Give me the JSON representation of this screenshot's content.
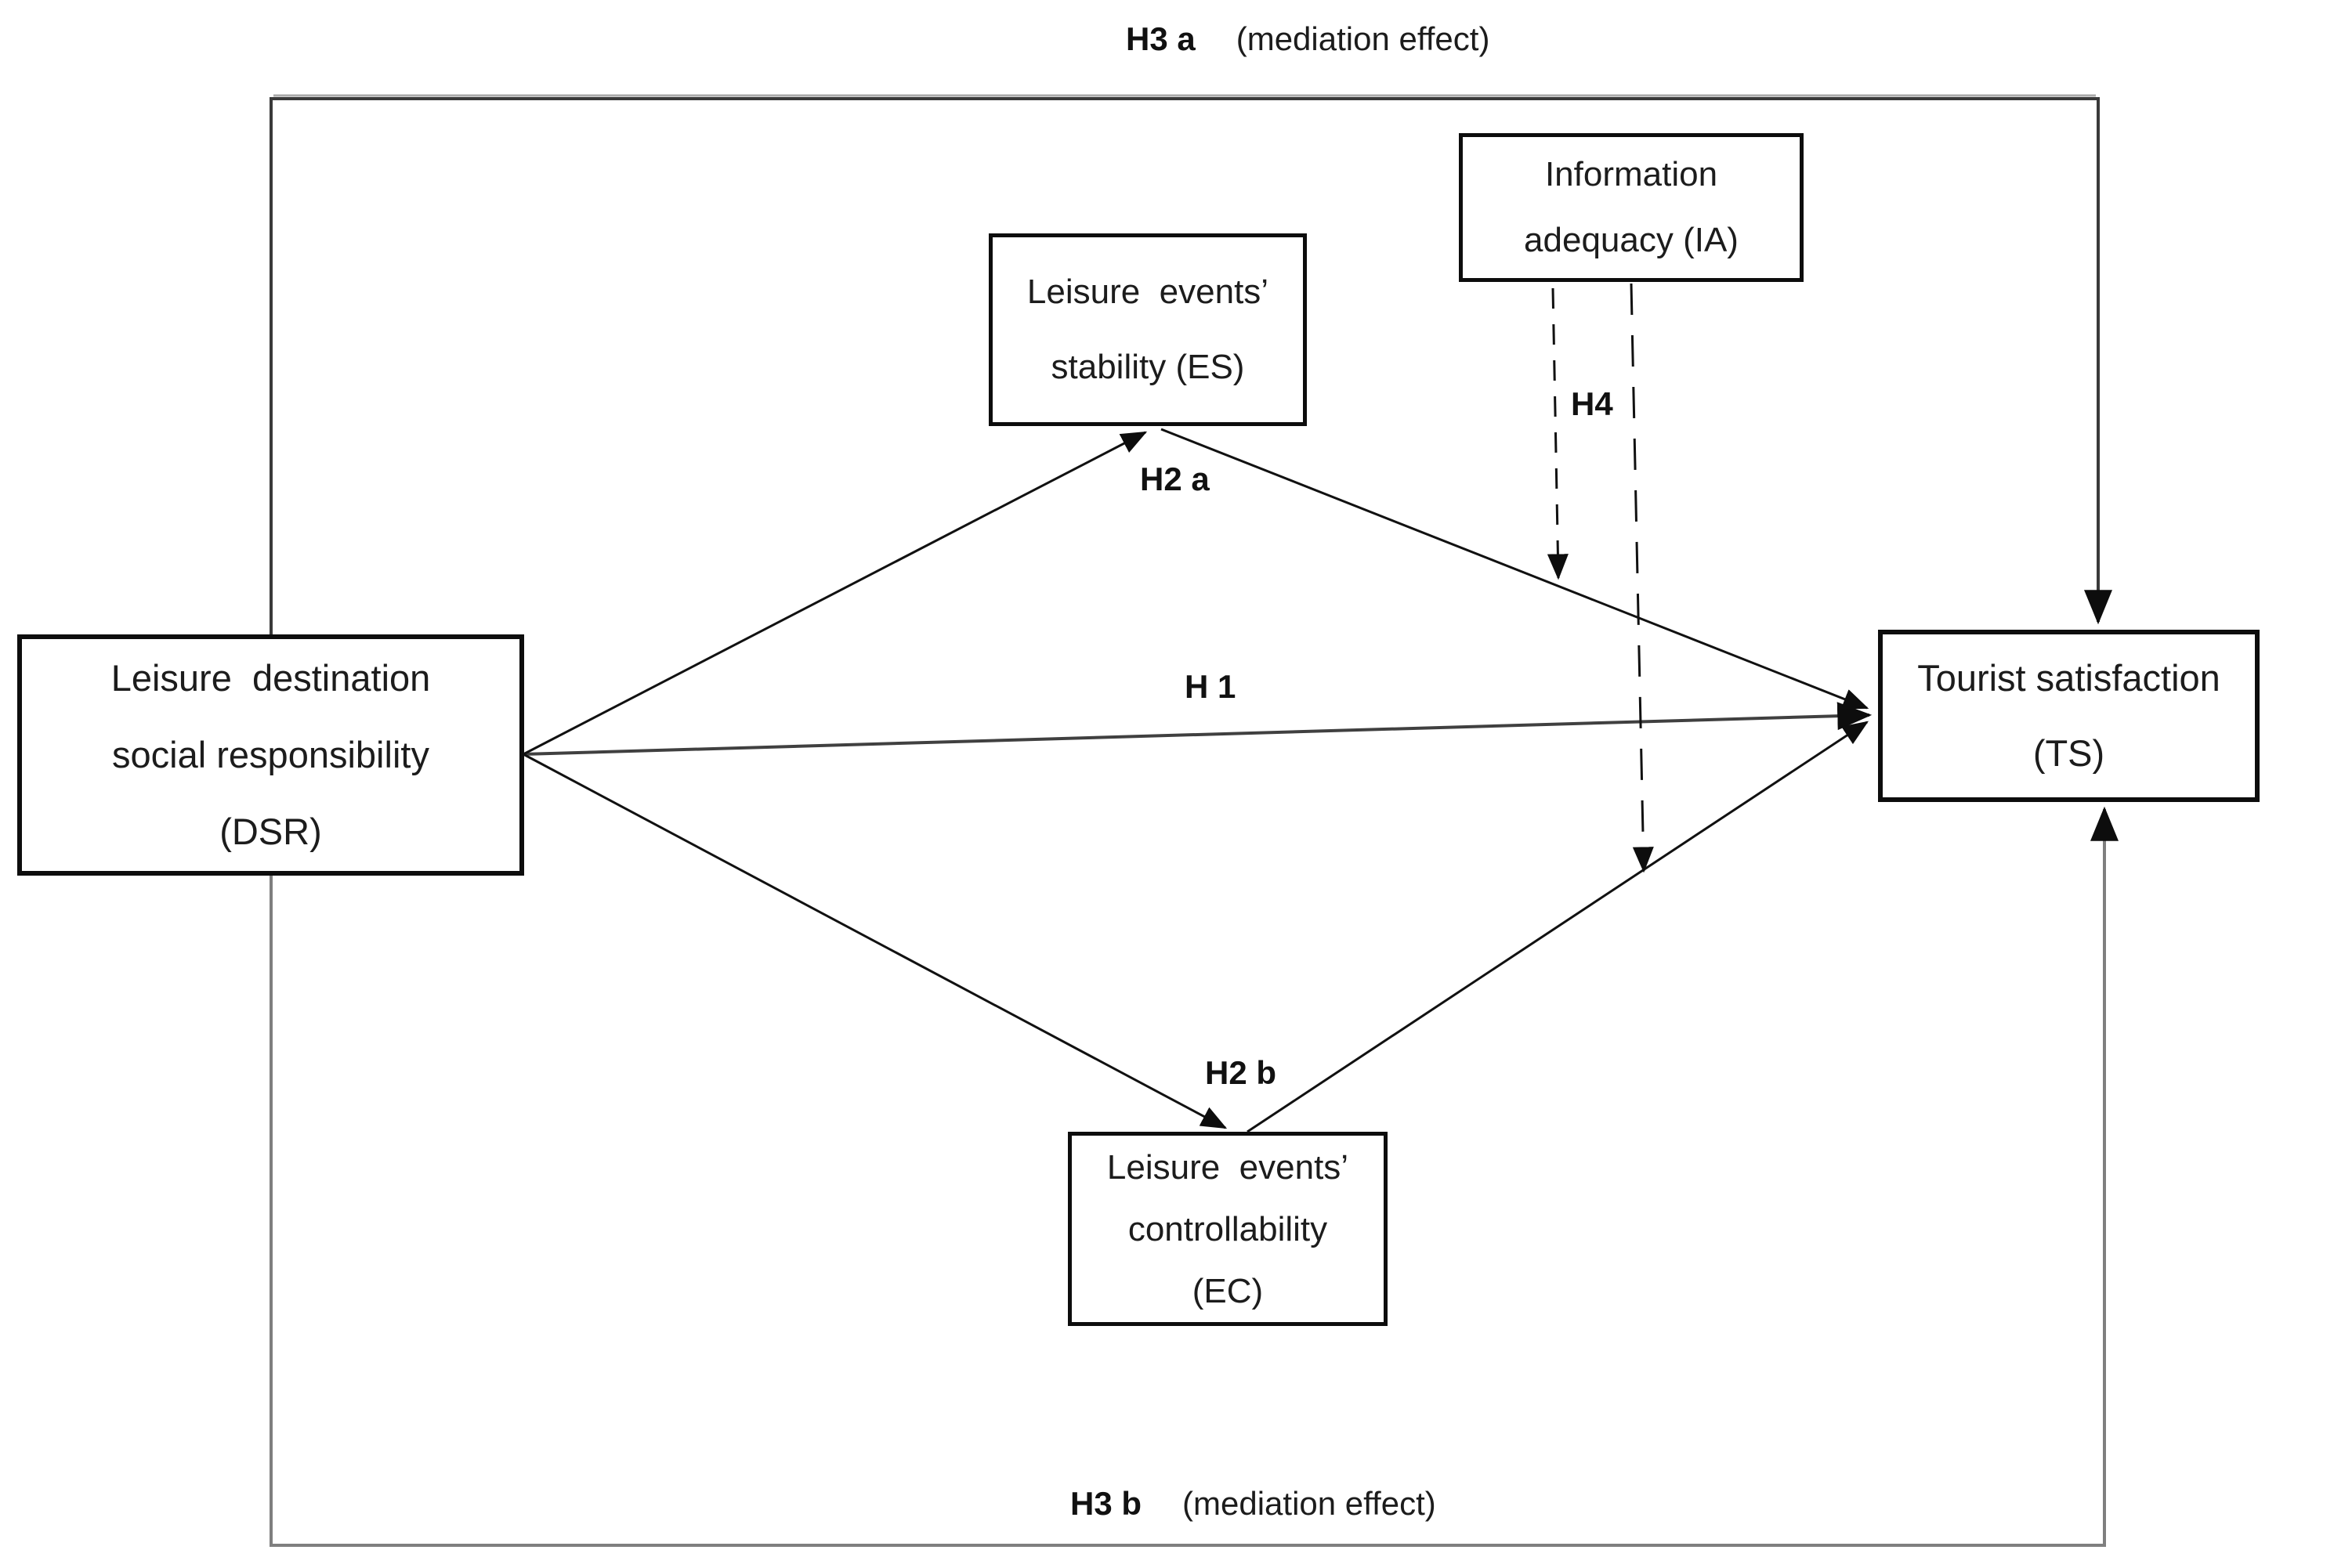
{
  "diagram": {
    "type": "research-model-path-diagram",
    "background": "#ffffff"
  },
  "nodes": {
    "dsr": {
      "id": "DSR",
      "lines": [
        "Leisure  destination",
        "social responsibility",
        "(DSR)"
      ]
    },
    "es": {
      "id": "ES",
      "lines": [
        "Leisure  events’",
        "stability (ES)"
      ]
    },
    "ia": {
      "id": "IA",
      "lines": [
        "Information",
        "adequacy (IA)"
      ]
    },
    "ec": {
      "id": "EC",
      "lines": [
        "Leisure  events’",
        "controllability",
        "(EC)"
      ]
    },
    "ts": {
      "id": "TS",
      "lines": [
        "Tourist satisfaction",
        "(TS)"
      ]
    }
  },
  "labels": {
    "h1": "H 1",
    "h2a": "H2 a",
    "h2b": "H2 b",
    "h4": "H4",
    "h3a": "H3 a",
    "h3a_note": "(mediation effect)",
    "h3b": "H3 b",
    "h3b_note": "(mediation effect)"
  },
  "edges": [
    {
      "from": "DSR",
      "to": "TS",
      "label": "H 1",
      "style": "solid"
    },
    {
      "from": "DSR",
      "to": "ES",
      "label": "H2 a",
      "style": "solid"
    },
    {
      "from": "DSR",
      "to": "EC",
      "label": "H2 b",
      "style": "solid"
    },
    {
      "from": "ES",
      "to": "TS",
      "label": "",
      "style": "solid"
    },
    {
      "from": "EC",
      "to": "TS",
      "label": "",
      "style": "solid"
    },
    {
      "from": "IA",
      "to": "ES-TS path",
      "label": "H4",
      "style": "dashed"
    },
    {
      "from": "IA",
      "to": "EC-TS path",
      "label": "H4",
      "style": "dashed"
    },
    {
      "from": "DSR",
      "to": "TS",
      "label": "H3 a (mediation effect)",
      "style": "loop-top"
    },
    {
      "from": "DSR",
      "to": "TS",
      "label": "H3 b (mediation effect)",
      "style": "loop-bottom"
    }
  ],
  "colors": {
    "box_border": "#0d0d0d",
    "text": "#1c1c1c",
    "solid_arrow": "#111111",
    "h1_arrow": "#404040",
    "loop_top": "#3a3a3a",
    "loop_top_highlight": "#aaaaaa",
    "loop_bottom": "#7f7f7f",
    "arrowhead": "#0d0d0d",
    "background": "#ffffff"
  }
}
